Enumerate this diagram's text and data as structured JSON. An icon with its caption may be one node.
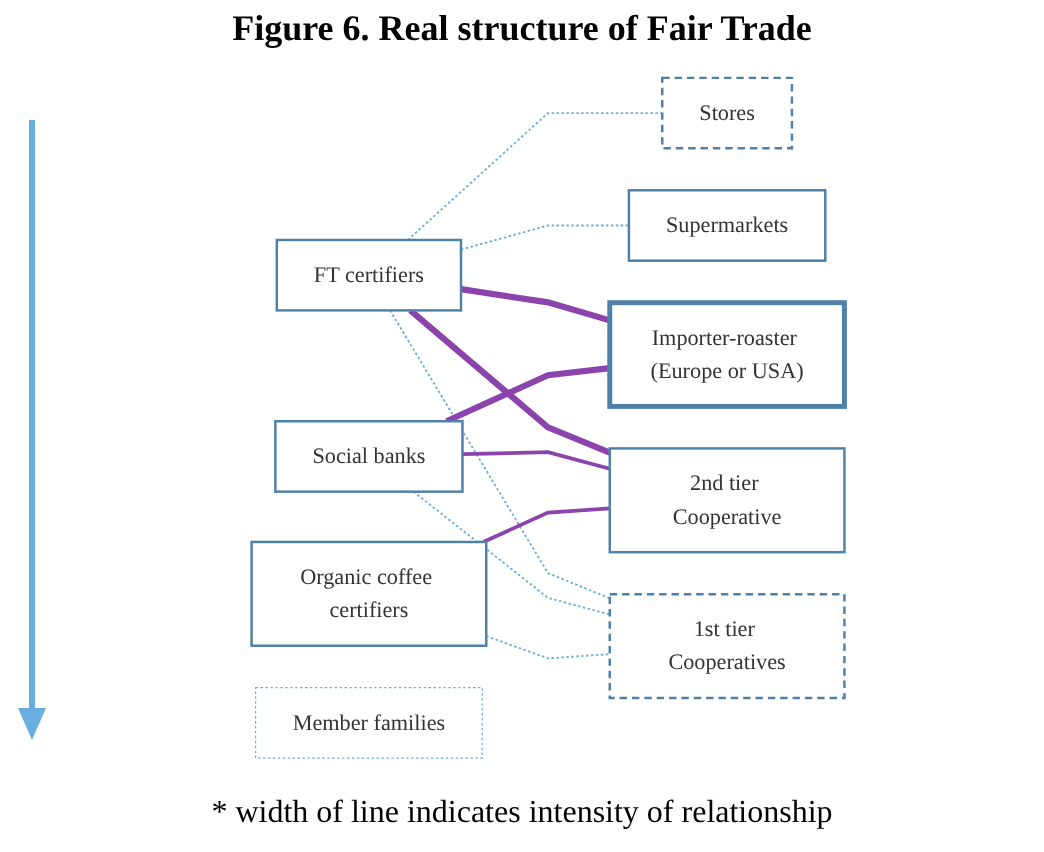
{
  "diagram": {
    "title": "Figure 6. Real structure of Fair Trade",
    "caption": "* width of line indicates intensity of relationship",
    "nodes": [
      {
        "text": [
          "Stores"
        ]
      },
      {
        "text": [
          "Supermarkets"
        ]
      },
      {
        "text": [
          "FT certifiers"
        ]
      },
      {
        "text": [
          "Importer-roaster (Europe or USA)"
        ]
      },
      {
        "text": [
          "Social banks"
        ]
      },
      {
        "text": [
          "2nd tier Cooperative"
        ]
      },
      {
        "text": [
          "Organic coffee certifiers"
        ]
      },
      {
        "text": [
          "1st tier Cooperatives"
        ]
      },
      {
        "text": [
          "Member families"
        ]
      }
    ],
    "edges": [
      {
        "from": 2,
        "to": 0,
        "arrow": "none",
        "style": "dashed",
        "color": "#6aaee0"
      },
      {
        "from": 2,
        "to": 1,
        "arrow": "none",
        "style": "dashed",
        "color": "#6aaee0"
      },
      {
        "from": 2,
        "to": 3,
        "arrow": "none",
        "style": "thick",
        "color": "#8b44ac"
      },
      {
        "from": 2,
        "to": 5,
        "arrow": "none",
        "style": "thick",
        "color": "#8b44ac"
      },
      {
        "from": 2,
        "to": 7,
        "arrow": "none",
        "style": "dashed",
        "color": "#6aaee0"
      },
      {
        "from": 4,
        "to": 3,
        "arrow": "none",
        "style": "thick",
        "color": "#8b44ac"
      },
      {
        "from": 4,
        "to": 5,
        "arrow": "none",
        "color": "#8b44ac"
      },
      {
        "from": 4,
        "to": 7,
        "arrow": "none",
        "style": "dashed",
        "color": "#6aaee0"
      },
      {
        "from": 6,
        "to": 5,
        "arrow": "none",
        "color": "#8b44ac"
      },
      {
        "from": 6,
        "to": 7,
        "arrow": "none",
        "style": "dashed",
        "color": "#6aaee0"
      }
    ]
  }
}
